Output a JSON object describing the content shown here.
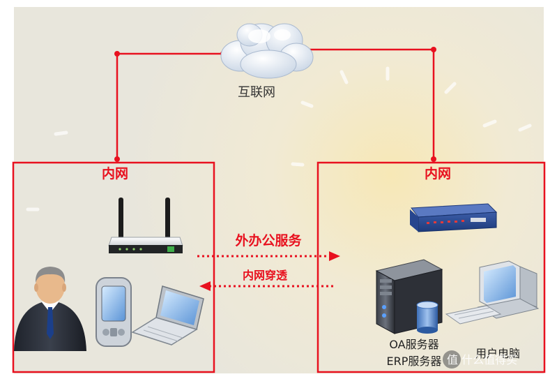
{
  "internet": {
    "label": "互联网"
  },
  "left_zone": {
    "label": "内网"
  },
  "right_zone": {
    "label": "内网"
  },
  "arrows": {
    "outbound": "外办公服务",
    "inbound": "内网穿透"
  },
  "servers": {
    "line1": "OA服务器",
    "line2": "ERP服务器"
  },
  "user_pc": {
    "label": "用户电脑"
  },
  "watermark": {
    "text": "值 什么值得买"
  },
  "colors": {
    "line": "#e8111f",
    "arrow_text": "#e8111f",
    "background": "#ece8dc",
    "glow": "#f6e7b8"
  }
}
